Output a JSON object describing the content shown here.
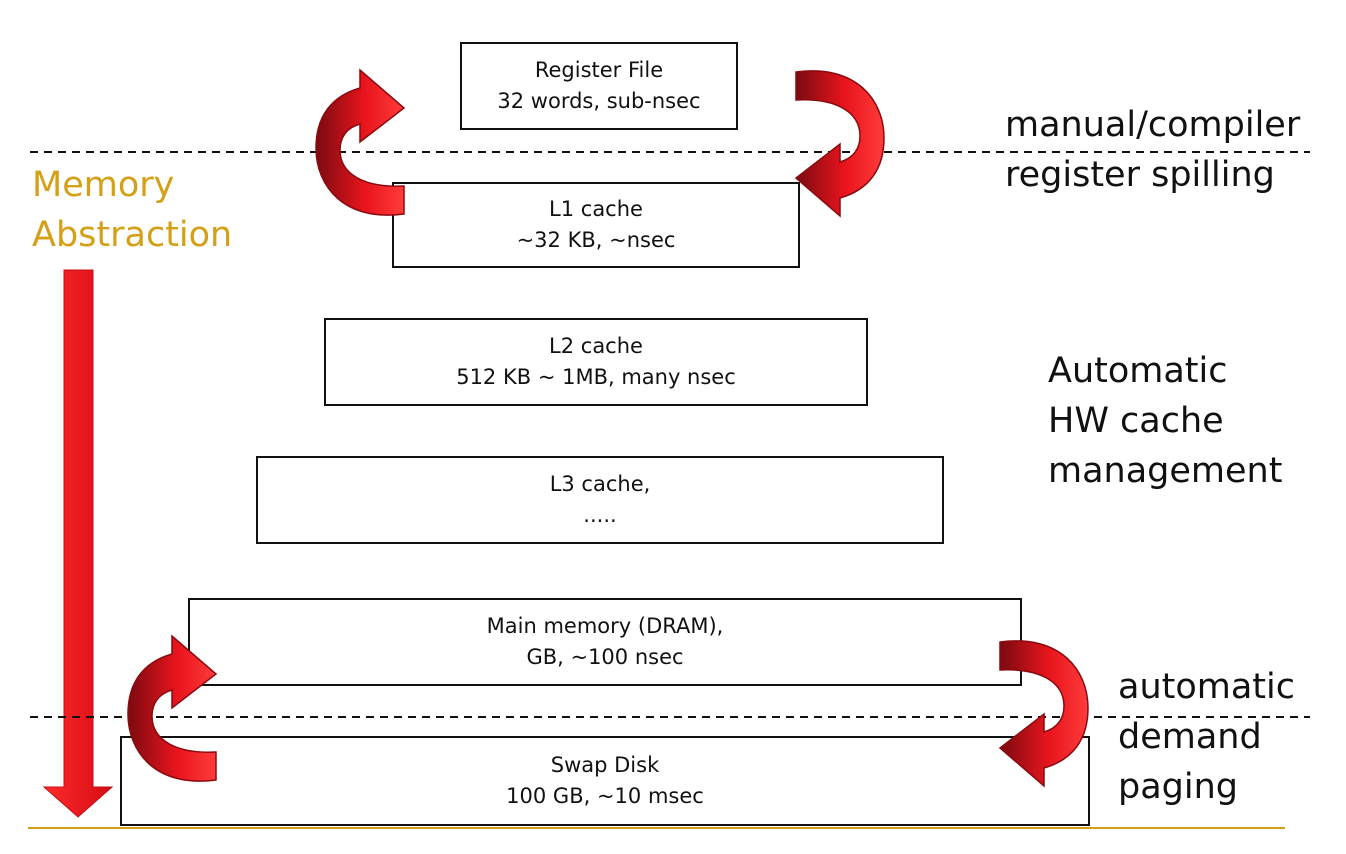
{
  "memory_label": [
    "Memory",
    "Abstraction"
  ],
  "levels": {
    "register": [
      "Register File",
      "32 words, sub-nsec"
    ],
    "l1": [
      "L1 cache",
      "~32 KB, ~nsec"
    ],
    "l2": [
      "L2 cache",
      "512 KB ~ 1MB, many nsec"
    ],
    "l3": [
      "L3 cache,",
      "....."
    ],
    "main": [
      "Main memory (DRAM),",
      "GB, ~100 nsec"
    ],
    "swap": [
      "Swap Disk",
      "100 GB, ~10 msec"
    ]
  },
  "side_labels": {
    "spilling": [
      "manual/compiler",
      "register spilling"
    ],
    "hw_cache": [
      "Automatic",
      "HW cache",
      "management"
    ],
    "paging": [
      "automatic",
      "demand",
      "paging"
    ]
  },
  "colors": {
    "arrow_red": "#e8141c",
    "arrow_dark": "#8b0a10",
    "accent_gold": "#d4a017"
  },
  "icons": [
    "down-arrow-icon",
    "curved-arrow-icon"
  ]
}
